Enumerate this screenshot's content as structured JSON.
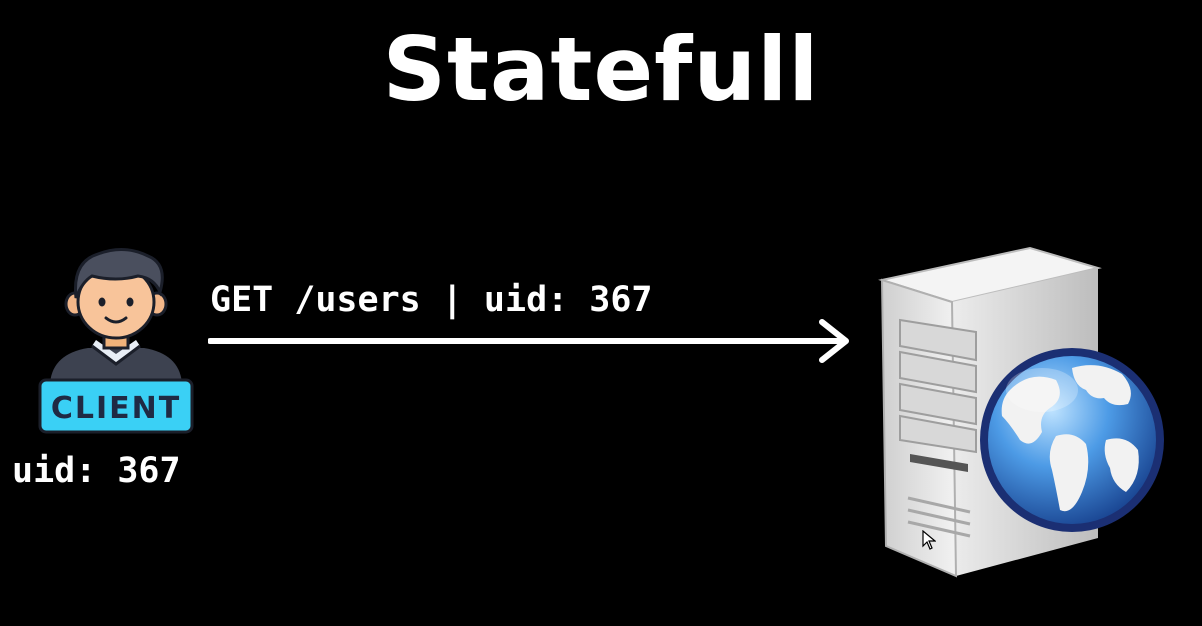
{
  "slide": {
    "title": "Statefull"
  },
  "client": {
    "badge_label": "CLIENT",
    "uid_text": "uid: 367",
    "icon": "user-avatar-icon",
    "badge_color": "#3ad0f5",
    "badge_text_color": "#1f2a44"
  },
  "request": {
    "label": "GET /users | uid: 367",
    "arrow_color": "#ffffff"
  },
  "server": {
    "icon": "web-server-globe-icon",
    "tower_color": "#e6e6e6",
    "globe_color": "#2f7ed8"
  }
}
